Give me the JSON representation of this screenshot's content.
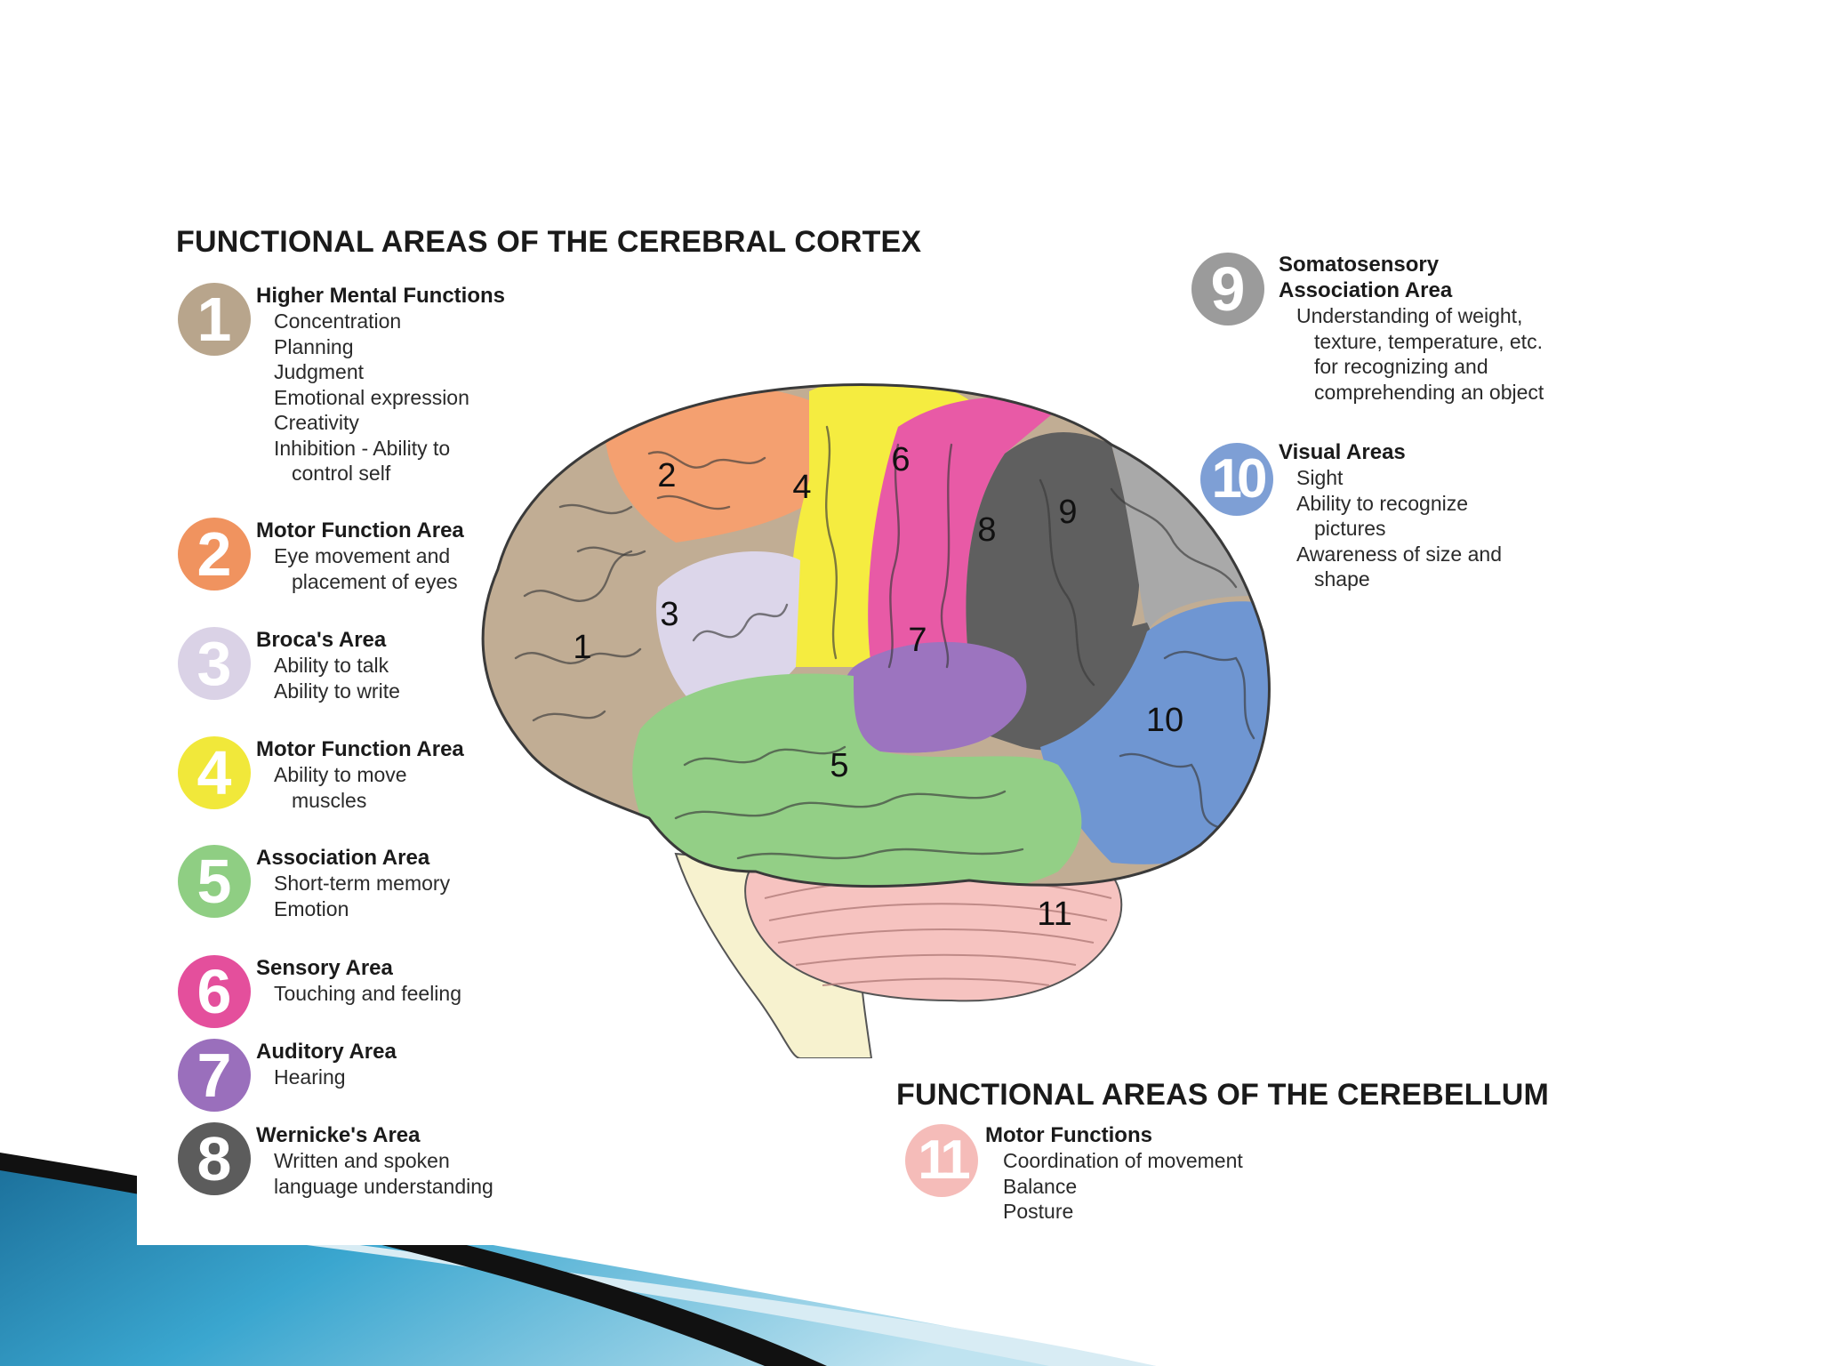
{
  "cortex_heading": "FUNCTIONAL AREAS OF THE CEREBRAL CORTEX",
  "cerebellum_heading": "FUNCTIONAL AREAS OF THE CEREBELLUM",
  "areas": [
    {
      "num": "1",
      "color": "#b8a58c",
      "title": "Higher Mental Functions",
      "items": [
        "Concentration",
        "Planning",
        "Judgment",
        "Emotional expression",
        "Creativity",
        "Inhibition - Ability to"
      ],
      "cont": "control self"
    },
    {
      "num": "2",
      "color": "#f0935f",
      "title": "Motor Function Area",
      "items": [
        "Eye movement and"
      ],
      "cont": "placement of eyes"
    },
    {
      "num": "3",
      "color": "#dad2e6",
      "title": "Broca's Area",
      "items": [
        "Ability to talk",
        "Ability to write"
      ]
    },
    {
      "num": "4",
      "color": "#f1e83a",
      "title": "Motor Function Area",
      "items": [
        "Ability to move"
      ],
      "cont": "muscles"
    },
    {
      "num": "5",
      "color": "#8fce83",
      "title": "Association Area",
      "items": [
        "Short-term memory",
        "Emotion"
      ]
    },
    {
      "num": "6",
      "color": "#e44f9c",
      "title": "Sensory Area",
      "items": [
        "Touching and feeling"
      ]
    },
    {
      "num": "7",
      "color": "#9a6fbc",
      "title": "Auditory Area",
      "items": [
        "Hearing"
      ]
    },
    {
      "num": "8",
      "color": "#5c5c5c",
      "title": "Wernicke's Area",
      "items": [
        "Written and spoken",
        "language understanding"
      ]
    },
    {
      "num": "9",
      "color": "#9b9b9b",
      "title": "Somatosensory",
      "title2": "Association Area",
      "items": [
        "Understanding of weight,"
      ],
      "conts": [
        "texture, temperature, etc.",
        "for recognizing and",
        "comprehending an object"
      ]
    },
    {
      "num": "10",
      "color": "#7e9fd5",
      "title": "Visual Areas",
      "items": [
        "Sight",
        "Ability to recognize",
        "Awareness of size and"
      ],
      "cont_after_2": "pictures",
      "cont": "shape"
    },
    {
      "num": "11",
      "color": "#f5bcb9",
      "title": "Motor Functions",
      "items": [
        "Coordination of movement",
        "Balance",
        "Posture"
      ]
    }
  ],
  "diagram_labels": [
    "1",
    "2",
    "3",
    "4",
    "5",
    "6",
    "7",
    "8",
    "9",
    "10",
    "11"
  ],
  "region_colors": {
    "frontal": "#c1ad94",
    "motor2": "#f4a070",
    "broca": "#dcd6ea",
    "motor4": "#f5ec40",
    "sensory6": "#e85aa6",
    "assoc5": "#93cf86",
    "auditory7": "#9c74bf",
    "wernicke8": "#5f5f5f",
    "somato9": "#a9a9a9",
    "visual10": "#6f96d2",
    "cerebellum11": "#f6c3c0",
    "brainstem": "#f7f2cf",
    "deco_blue": "#2f9cc6",
    "deco_dark": "#111111"
  }
}
